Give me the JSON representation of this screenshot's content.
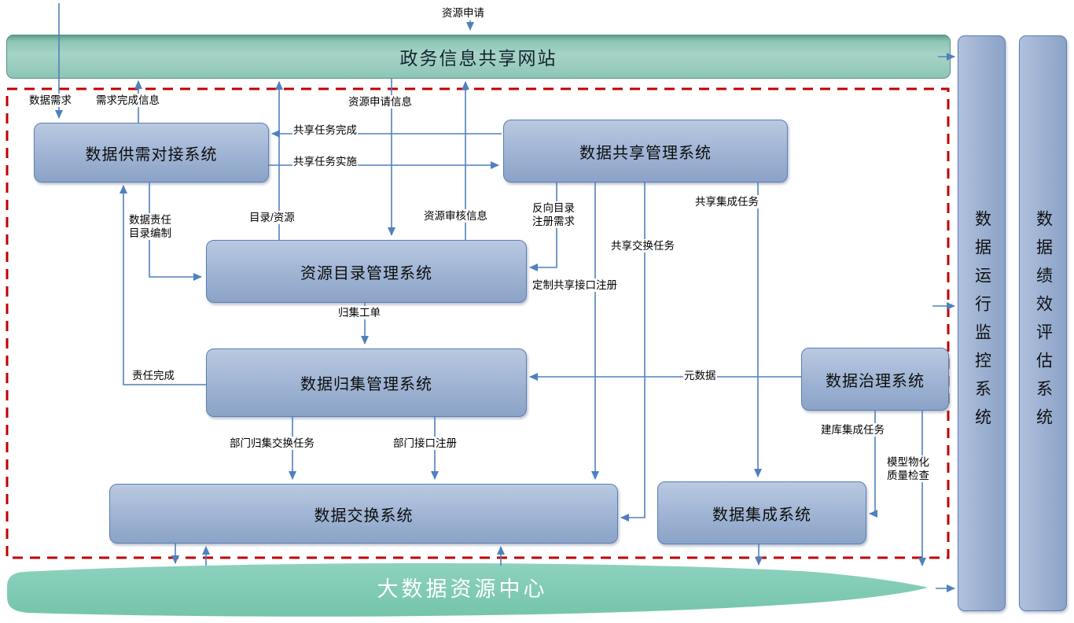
{
  "title_bar": {
    "label": "政务信息共享网站"
  },
  "bottom_band": {
    "label": "大数据资源中心"
  },
  "side_bars": [
    {
      "label": "数据运行监控系统"
    },
    {
      "label": "数据绩效评估系统"
    }
  ],
  "systems": {
    "supply": {
      "label": "数据供需对接系统"
    },
    "share": {
      "label": "数据共享管理系统"
    },
    "catalog": {
      "label": "资源目录管理系统"
    },
    "collect": {
      "label": "数据归集管理系统"
    },
    "govern": {
      "label": "数据治理系统"
    },
    "exchange": {
      "label": "数据交换系统"
    },
    "integrate": {
      "label": "数据集成系统"
    }
  },
  "flows": {
    "resource_apply": "资源申请",
    "data_demand": "数据需求",
    "demand_done": "需求完成信息",
    "resource_apply_info": "资源申请信息",
    "share_task_done": "共享任务完成",
    "share_task_impl": "共享任务实施",
    "catalog_resource": "目录/资源",
    "resource_review_info": "资源审核信息",
    "reverse_catalog_register": "反向目录注册需求",
    "custom_share_register": "定制共享接口注册",
    "data_duty_catalog": "数据责任目录编制",
    "duty_done": "责任完成",
    "collect_order": "归集工单",
    "share_exchange_task": "共享交换任务",
    "share_integrate_task": "共享集成任务",
    "metadata": "元数据",
    "dept_collect_exchange_task": "部门归集交换任务",
    "dept_interface_register": "部门接口注册",
    "db_integrate_task": "建库集成任务",
    "model_quality_check": "模型物化质量检查"
  },
  "colors": {
    "connector": "#4f81bd",
    "boundary_red": "#c00000",
    "teal_bar": "#8cc5b6",
    "band_green": "#7fcbb4",
    "box_blue": "#9db1d2"
  }
}
